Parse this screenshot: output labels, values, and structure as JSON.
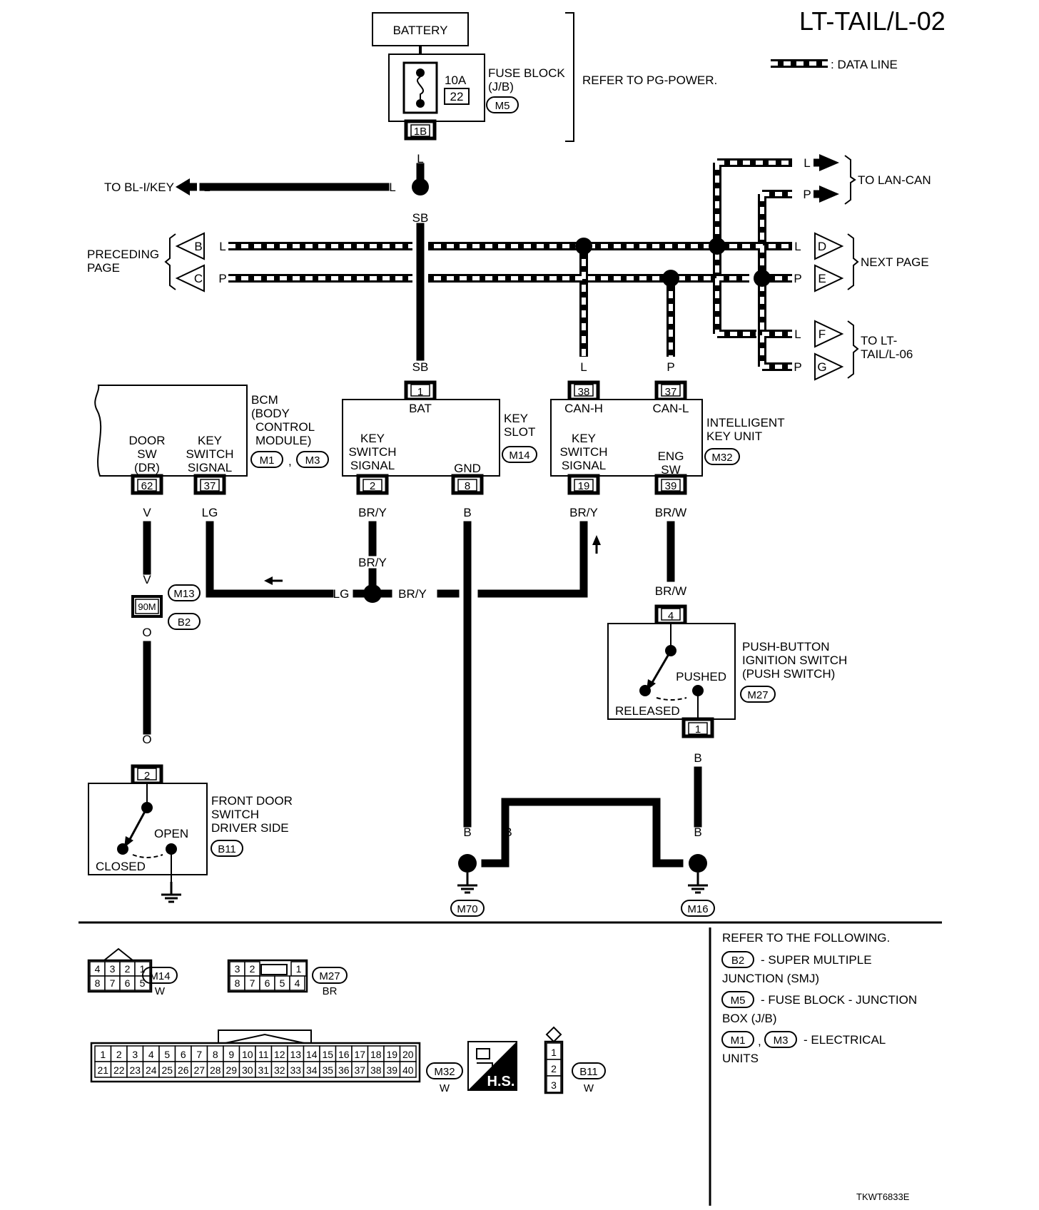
{
  "page_id": "LT-TAIL/L-02",
  "legend": {
    "data_line": ": DATA LINE"
  },
  "battery": {
    "label": "BATTERY"
  },
  "fuse_block": {
    "amp": "10A",
    "number": "22",
    "label_1": "FUSE BLOCK",
    "label_2": "(J/B)",
    "connector": "M5",
    "terminal": "1B",
    "refer": "REFER TO PG-POWER."
  },
  "wires": {
    "L": "L",
    "SB": "SB",
    "P": "P",
    "V": "V",
    "O": "O",
    "LG": "LG",
    "BR_Y": "BR/Y",
    "BR_W": "BR/W",
    "B": "B"
  },
  "destinations": {
    "to_bl_key": "TO BL-I/KEY",
    "to_lan_can": "TO LAN-CAN",
    "preceding_1": "PRECEDING",
    "preceding_2": "PAGE",
    "next_page": "NEXT PAGE",
    "to_lt_1": "TO LT-",
    "to_lt_2": "TAIL/L-06"
  },
  "off_page": {
    "B": "B",
    "C": "C",
    "D": "D",
    "E": "E",
    "F": "F",
    "G": "G"
  },
  "bcm": {
    "title_1": "BCM",
    "title_2": "(BODY",
    "title_3": "CONTROL",
    "title_4": "MODULE)",
    "door_1": "DOOR",
    "door_2": "SW",
    "door_3": "(DR)",
    "key_1": "KEY",
    "key_2": "SWITCH",
    "key_3": "SIGNAL",
    "pin_door": "62",
    "pin_key": "37",
    "conn_1": "M1",
    "conn_2": "M3",
    "comma": ","
  },
  "key_slot": {
    "title_1": "KEY",
    "title_2": "SLOT",
    "connector": "M14",
    "bat": "BAT",
    "gnd": "GND",
    "sig_1": "KEY",
    "sig_2": "SWITCH",
    "sig_3": "SIGNAL",
    "pin_bat": "1",
    "pin_sig": "2",
    "pin_gnd": "8"
  },
  "intelligent_key": {
    "title_1": "INTELLIGENT",
    "title_2": "KEY UNIT",
    "connector": "M32",
    "can_h": "CAN-H",
    "can_l": "CAN-L",
    "sig_1": "KEY",
    "sig_2": "SWITCH",
    "sig_3": "SIGNAL",
    "eng_1": "ENG",
    "eng_2": "SW",
    "pin_canh": "38",
    "pin_canl": "37",
    "pin_sig": "19",
    "pin_eng": "39"
  },
  "junction": {
    "pin": "90M",
    "conn_1": "M13",
    "conn_2": "B2"
  },
  "push_switch": {
    "title_1": "PUSH-BUTTON",
    "title_2": "IGNITION SWITCH",
    "title_3": "(PUSH SWITCH)",
    "connector": "M27",
    "pushed": "PUSHED",
    "released": "RELEASED",
    "pin_top": "4",
    "pin_bottom": "1"
  },
  "door_switch": {
    "title_1": "FRONT DOOR",
    "title_2": "SWITCH",
    "title_3": "DRIVER SIDE",
    "connector": "B11",
    "open": "OPEN",
    "closed": "CLOSED",
    "pin": "2"
  },
  "grounds": {
    "g1": "M70",
    "g2": "M16"
  },
  "connector_views": {
    "m14": {
      "id": "M14",
      "color": "W",
      "row1": [
        "4",
        "3",
        "2",
        "1"
      ],
      "row2": [
        "8",
        "7",
        "6",
        "5"
      ]
    },
    "m27": {
      "id": "M27",
      "color": "BR",
      "row1": [
        "3",
        "2",
        "1"
      ],
      "row2": [
        "8",
        "7",
        "6",
        "5",
        "4"
      ]
    },
    "m32": {
      "id": "M32",
      "color": "W",
      "row1": [
        "1",
        "2",
        "3",
        "4",
        "5",
        "6",
        "7",
        "8",
        "9",
        "10",
        "11",
        "12",
        "13",
        "14",
        "15",
        "16",
        "17",
        "18",
        "19",
        "20"
      ],
      "row2": [
        "21",
        "22",
        "23",
        "24",
        "25",
        "26",
        "27",
        "28",
        "29",
        "30",
        "31",
        "32",
        "33",
        "34",
        "35",
        "36",
        "37",
        "38",
        "39",
        "40"
      ]
    },
    "b11": {
      "id": "B11",
      "color": "W",
      "pins": [
        "1",
        "2",
        "3"
      ]
    },
    "hs": "H.S."
  },
  "refer_following": {
    "heading": "REFER TO THE FOLLOWING.",
    "b2": "B2",
    "b2_text_1": "- SUPER MULTIPLE",
    "b2_text_2": "JUNCTION (SMJ)",
    "m5": "M5",
    "m5_text_1": "- FUSE BLOCK - JUNCTION",
    "m5_text_2": "BOX (J/B)",
    "m1": "M1",
    "m3": "M3",
    "comma": ",",
    "m_text_1": "- ELECTRICAL",
    "m_text_2": "UNITS"
  },
  "figure_code": "TKWT6833E"
}
